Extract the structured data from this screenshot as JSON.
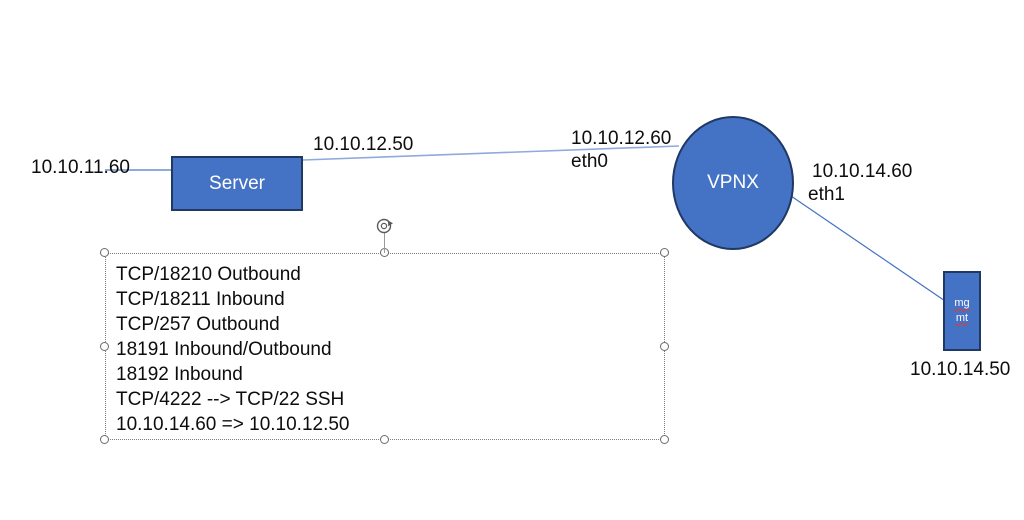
{
  "diagram": {
    "title": "Network diagram with Server, VPNX and mgmt nodes",
    "colors": {
      "node_fill": "#4472C4",
      "node_border": "#1F3864",
      "connector": "#8FAADC",
      "connector_thin": "#4472C4",
      "text": "#0D0D0D",
      "node_text": "#FFFFFF",
      "spellcheck_underline": "#E03A3A",
      "selection_border": "#7A7A7A",
      "handle_fill": "#FFFFFF",
      "handle_border": "#6B6B6B",
      "background": "#FFFFFF"
    }
  },
  "nodes": {
    "server": {
      "label": "Server",
      "shape": "rectangle"
    },
    "vpnx": {
      "label": "VPNX",
      "shape": "circle"
    },
    "mgmt": {
      "label_line1": "mg",
      "label_line2": "mt",
      "shape": "rectangle"
    }
  },
  "labels": {
    "server_left_ip": "10.10.11.60",
    "server_right_ip": "10.10.12.50",
    "vpnx_eth0_ip": "10.10.12.60",
    "vpnx_eth0_iface": "eth0",
    "vpnx_eth1_ip": "10.10.14.60",
    "vpnx_eth1_iface": "eth1",
    "mgmt_ip": "10.10.14.50"
  },
  "textbox": {
    "selected": true,
    "lines": [
      "TCP/18210 Outbound",
      "TCP/18211 Inbound",
      "TCP/257 Outbound",
      "18191 Inbound/Outbound",
      "18192 Inbound",
      "TCP/4222 --> TCP/22 SSH",
      "10.10.14.60 => 10.10.12.50"
    ]
  }
}
